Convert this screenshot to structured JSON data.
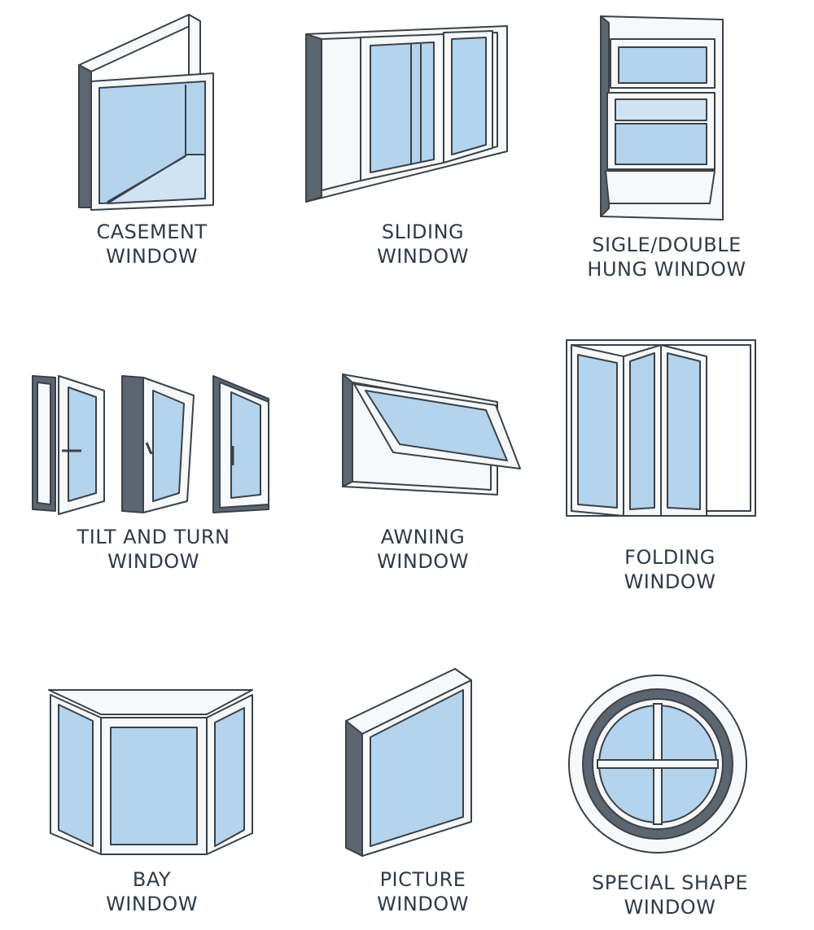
{
  "colors": {
    "frame_dark": "#5c6670",
    "frame_light": "#f7f8f9",
    "outline": "#3a4148",
    "glass": "#b4d3ec",
    "glass_light": "#cfe3f4",
    "label_text": "#2f3b48"
  },
  "windows": [
    {
      "key": "casement",
      "icon": "casement-window-icon",
      "line1": "CASEMENT",
      "line2": "WINDOW"
    },
    {
      "key": "sliding",
      "icon": "sliding-window-icon",
      "line1": "SLIDING",
      "line2": "WINDOW"
    },
    {
      "key": "hung",
      "icon": "hung-window-icon",
      "line1": "SIGLE/DOUBLE",
      "line2": "HUNG WINDOW"
    },
    {
      "key": "tilt_turn",
      "icon": "tilt-and-turn-window-icon",
      "line1": "TILT AND TURN",
      "line2": "WINDOW"
    },
    {
      "key": "awning",
      "icon": "awning-window-icon",
      "line1": "AWNING",
      "line2": "WINDOW"
    },
    {
      "key": "folding",
      "icon": "folding-window-icon",
      "line1": "FOLDING",
      "line2": "WINDOW"
    },
    {
      "key": "bay",
      "icon": "bay-window-icon",
      "line1": "BAY",
      "line2": "WINDOW"
    },
    {
      "key": "picture",
      "icon": "picture-window-icon",
      "line1": "PICTURE",
      "line2": "WINDOW"
    },
    {
      "key": "special",
      "icon": "special-shape-window-icon",
      "line1": "SPECIAL SHAPE",
      "line2": "WINDOW"
    }
  ]
}
